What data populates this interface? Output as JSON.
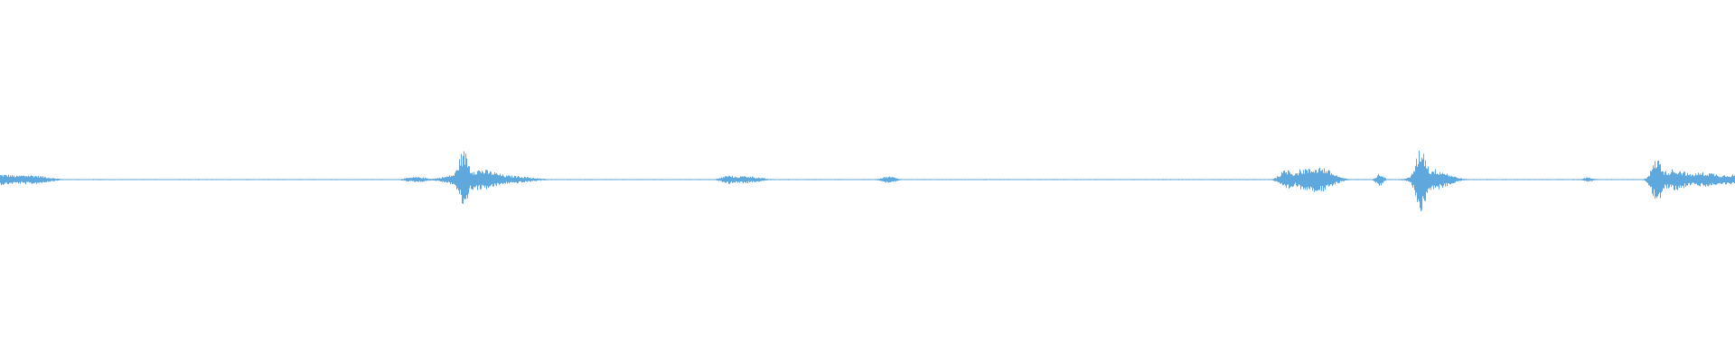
{
  "waveform": {
    "color": "#5fa8de",
    "baseline_amplitude": 0.01,
    "duration_fraction_bursts": [
      {
        "center": 0.0,
        "spread": 0.012,
        "peak_up": 0.1,
        "peak_down": 0.1
      },
      {
        "center": 0.016,
        "spread": 0.01,
        "peak_up": 0.09,
        "peak_down": 0.09
      },
      {
        "center": 0.24,
        "spread": 0.006,
        "peak_up": 0.05,
        "peak_down": 0.05
      },
      {
        "center": 0.267,
        "spread": 0.003,
        "peak_up": 0.55,
        "peak_down": 0.5
      },
      {
        "center": 0.275,
        "spread": 0.012,
        "peak_up": 0.2,
        "peak_down": 0.2
      },
      {
        "center": 0.292,
        "spread": 0.012,
        "peak_up": 0.08,
        "peak_down": 0.08
      },
      {
        "center": 0.42,
        "spread": 0.004,
        "peak_up": 0.08,
        "peak_down": 0.08
      },
      {
        "center": 0.429,
        "spread": 0.008,
        "peak_up": 0.07,
        "peak_down": 0.07
      },
      {
        "center": 0.512,
        "spread": 0.004,
        "peak_up": 0.06,
        "peak_down": 0.06
      },
      {
        "center": 0.742,
        "spread": 0.004,
        "peak_up": 0.2,
        "peak_down": 0.2
      },
      {
        "center": 0.752,
        "spread": 0.006,
        "peak_up": 0.22,
        "peak_down": 0.2
      },
      {
        "center": 0.76,
        "spread": 0.007,
        "peak_up": 0.25,
        "peak_down": 0.25
      },
      {
        "center": 0.795,
        "spread": 0.002,
        "peak_up": 0.12,
        "peak_down": 0.12
      },
      {
        "center": 0.819,
        "spread": 0.003,
        "peak_up": 0.62,
        "peak_down": 0.6
      },
      {
        "center": 0.826,
        "spread": 0.008,
        "peak_up": 0.2,
        "peak_down": 0.2
      },
      {
        "center": 0.915,
        "spread": 0.003,
        "peak_up": 0.04,
        "peak_down": 0.04
      },
      {
        "center": 0.955,
        "spread": 0.003,
        "peak_up": 0.4,
        "peak_down": 0.42
      },
      {
        "center": 0.965,
        "spread": 0.008,
        "peak_up": 0.2,
        "peak_down": 0.2
      },
      {
        "center": 0.982,
        "spread": 0.01,
        "peak_up": 0.14,
        "peak_down": 0.14
      },
      {
        "center": 0.997,
        "spread": 0.008,
        "peak_up": 0.1,
        "peak_down": 0.1
      }
    ]
  }
}
